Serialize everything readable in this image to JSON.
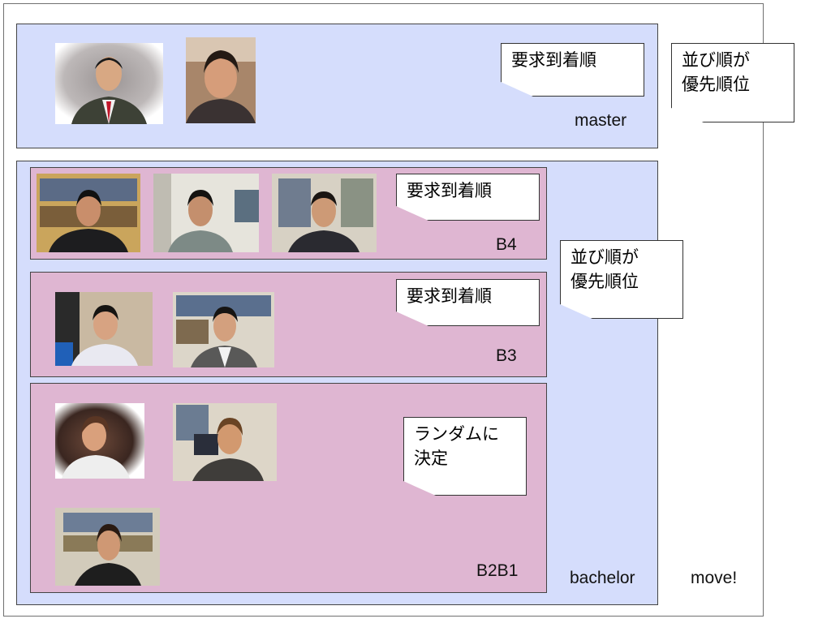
{
  "groups": {
    "master": {
      "label": "master",
      "note": [
        "要求到着順"
      ]
    },
    "bachelor": {
      "label": "bachelor"
    },
    "b4": {
      "label": "B4",
      "note": [
        "要求到着順"
      ]
    },
    "b3": {
      "label": "B3",
      "note": [
        "要求到着順"
      ]
    },
    "b2b1": {
      "label": "B2B1",
      "note": [
        "ランダムに",
        "決定"
      ]
    }
  },
  "side_notes": {
    "top": [
      "並び順が",
      "優先順位"
    ],
    "middle": [
      "並び順が",
      "優先順位"
    ]
  },
  "move_label": "move!",
  "colors": {
    "group_blue": "#d5ddfc",
    "group_pink": "#dfb6d2",
    "shadow_gray": "#8a8a8a"
  }
}
